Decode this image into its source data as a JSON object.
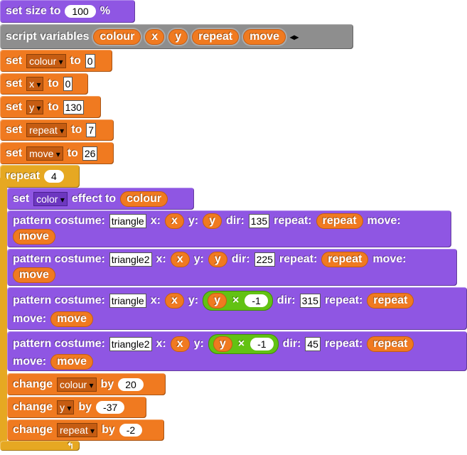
{
  "set_size": {
    "label1": "set size to",
    "value": "100",
    "label2": "%"
  },
  "script_vars": {
    "label": "script variables",
    "vars": [
      "colour",
      "x",
      "y",
      "repeat",
      "move"
    ],
    "arrows": "◂▸"
  },
  "sets": [
    {
      "label": "set",
      "var": "colour",
      "to": "to",
      "value": "0"
    },
    {
      "label": "set",
      "var": "x",
      "to": "to",
      "value": "0"
    },
    {
      "label": "set",
      "var": "y",
      "to": "to",
      "value": "130"
    },
    {
      "label": "set",
      "var": "repeat",
      "to": "to",
      "value": "7"
    },
    {
      "label": "set",
      "var": "move",
      "to": "to",
      "value": "26"
    }
  ],
  "repeat": {
    "label": "repeat",
    "count": "4",
    "loop_arrow": "↰"
  },
  "effect": {
    "label1": "set",
    "effect": "color",
    "label2": "effect to",
    "var": "colour"
  },
  "pattern_labels": {
    "costume": "pattern costume:",
    "x": "x:",
    "y": "y:",
    "dir": "dir:",
    "repeat": "repeat:",
    "move": "move:",
    "times": "×",
    "neg": "-1"
  },
  "patterns": [
    {
      "costume": "triangle",
      "x": "x",
      "y": "y",
      "dir": "135",
      "repeat": "repeat",
      "move": "move"
    },
    {
      "costume": "triangle2",
      "x": "x",
      "y": "y",
      "dir": "225",
      "repeat": "repeat",
      "move": "move"
    },
    {
      "costume": "triangle",
      "x": "x",
      "y": "y",
      "dir": "315",
      "repeat": "repeat",
      "move": "move"
    },
    {
      "costume": "triangle2",
      "x": "x",
      "y": "y",
      "dir": "45",
      "repeat": "repeat",
      "move": "move"
    }
  ],
  "changes": [
    {
      "label": "change",
      "var": "colour",
      "by": "by",
      "value": "20"
    },
    {
      "label": "change",
      "var": "y",
      "by": "by",
      "value": "-37"
    },
    {
      "label": "change",
      "var": "repeat",
      "by": "by",
      "value": "-2"
    }
  ]
}
